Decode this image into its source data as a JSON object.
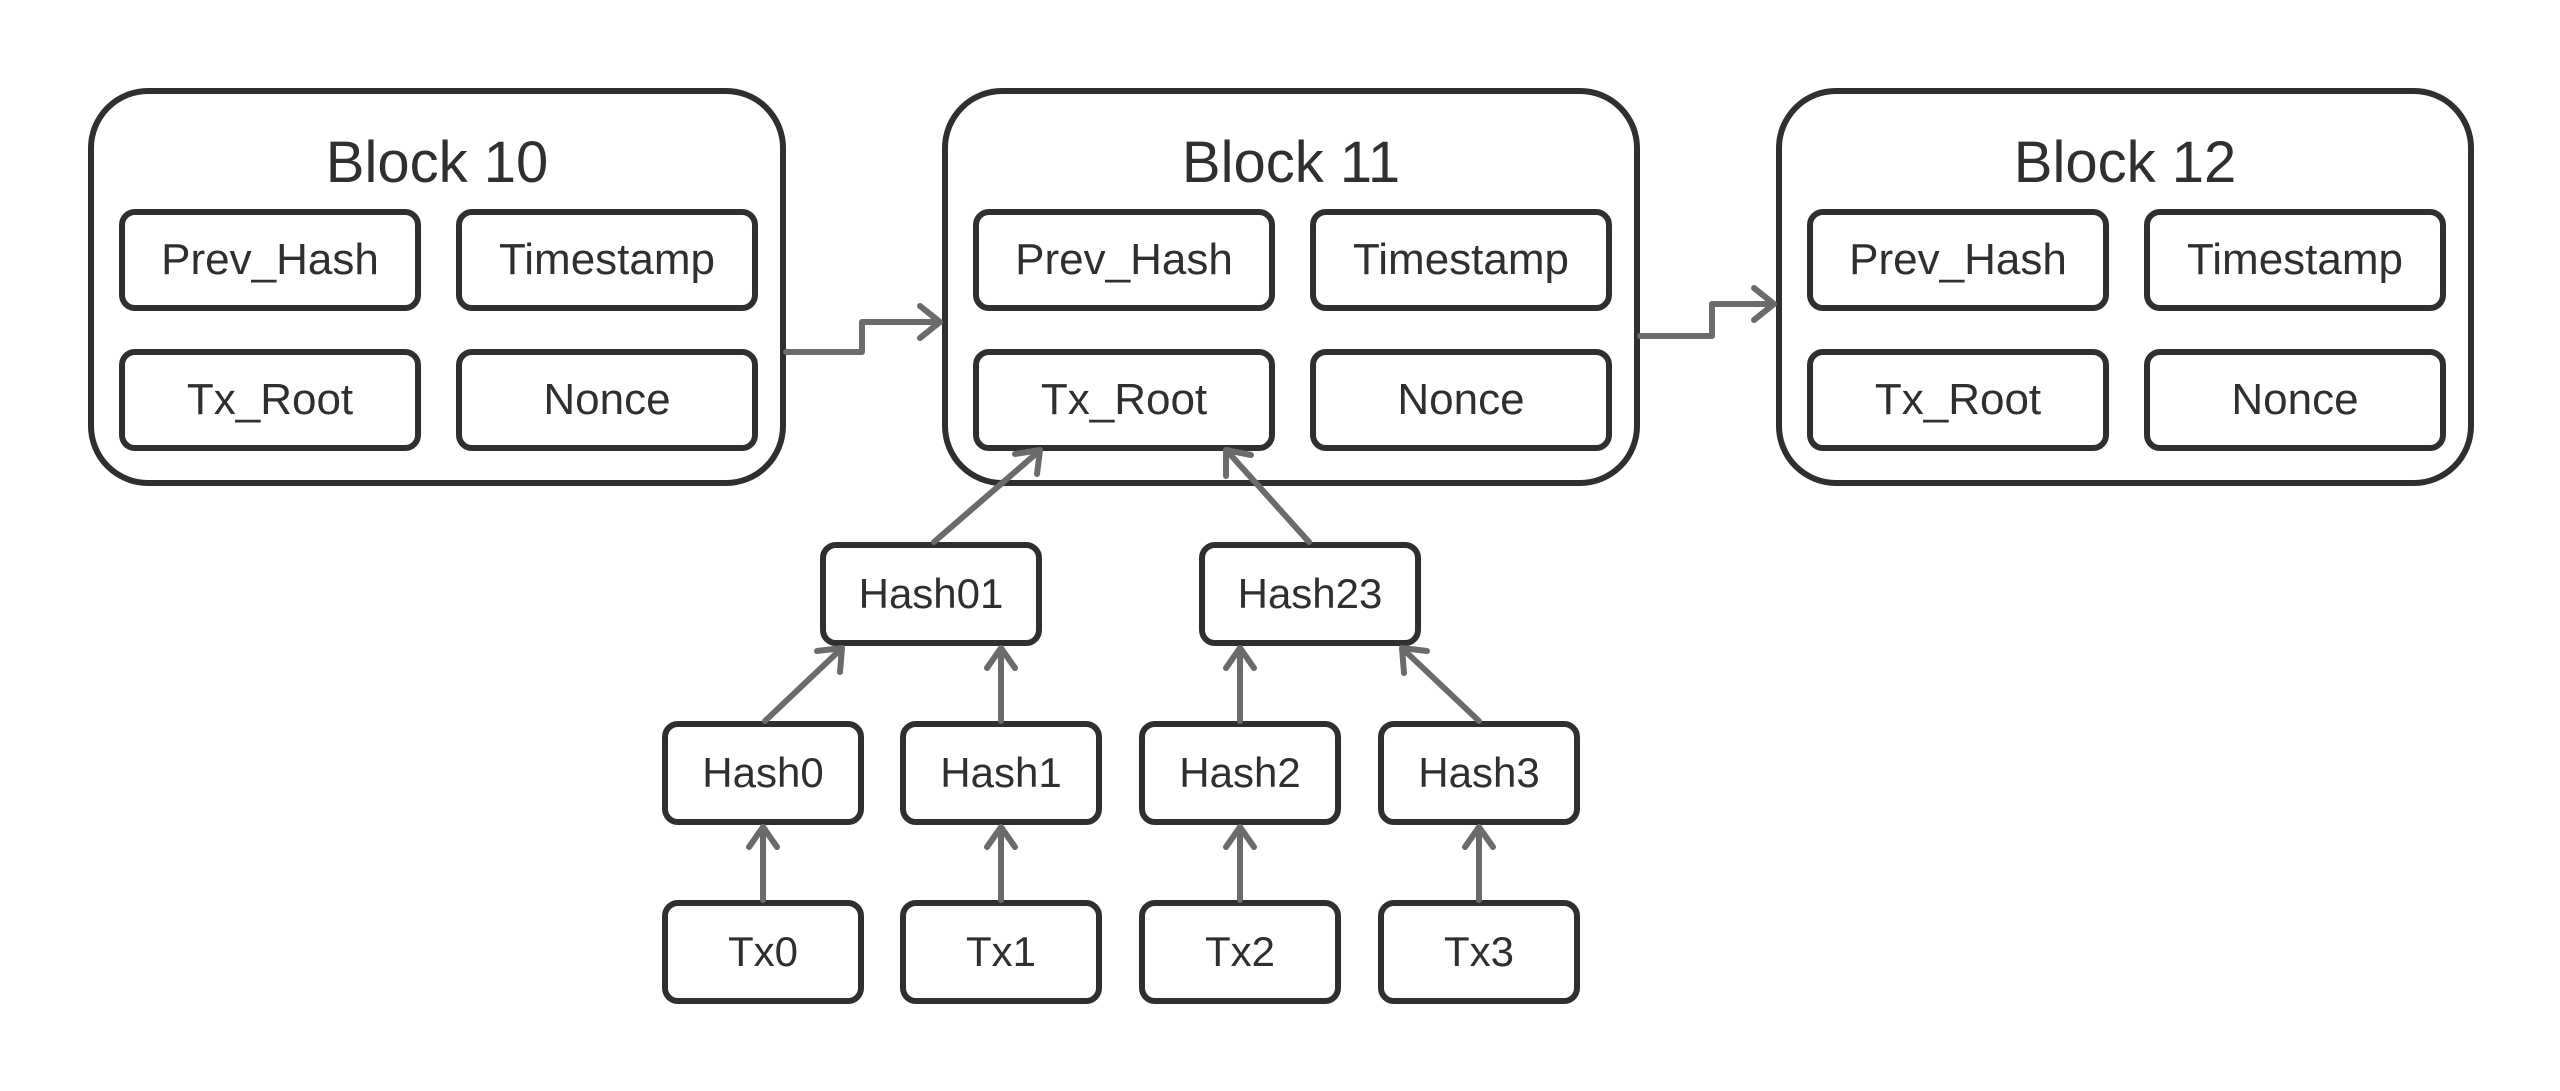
{
  "blocks": [
    {
      "title": "Block 10",
      "fields": {
        "prev_hash": "Prev_Hash",
        "timestamp": "Timestamp",
        "tx_root": "Tx_Root",
        "nonce": "Nonce"
      }
    },
    {
      "title": "Block 11",
      "fields": {
        "prev_hash": "Prev_Hash",
        "timestamp": "Timestamp",
        "tx_root": "Tx_Root",
        "nonce": "Nonce"
      }
    },
    {
      "title": "Block 12",
      "fields": {
        "prev_hash": "Prev_Hash",
        "timestamp": "Timestamp",
        "tx_root": "Tx_Root",
        "nonce": "Nonce"
      }
    }
  ],
  "merkle_tree": {
    "level1": [
      "Hash01",
      "Hash23"
    ],
    "level2": [
      "Hash0",
      "Hash1",
      "Hash2",
      "Hash3"
    ],
    "leaves": [
      "Tx0",
      "Tx1",
      "Tx2",
      "Tx3"
    ]
  },
  "colors": {
    "box_stroke": "#2f2f2f",
    "arrow": "#6b6b6b",
    "background": "#ffffff"
  }
}
